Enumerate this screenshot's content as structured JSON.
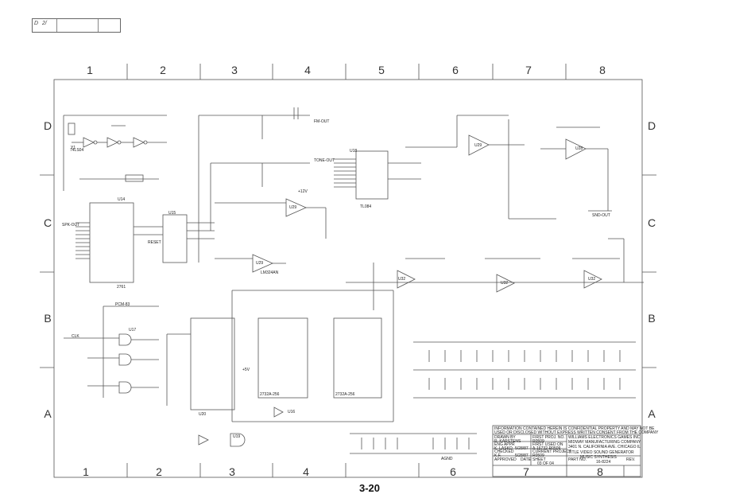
{
  "sheet": {
    "page_number": "3-20",
    "zones_horizontal": [
      "1",
      "2",
      "3",
      "4",
      "5",
      "6",
      "7",
      "8"
    ],
    "zones_vertical": [
      "D",
      "C",
      "B",
      "A"
    ],
    "corner_box": {
      "text1": "D",
      "text2": "2/"
    }
  },
  "components": {
    "u14": "U14",
    "u15": "U15",
    "u16": "U16",
    "u17": "U17",
    "u18": "U18",
    "u19": "U19",
    "u20": "U20",
    "u29": "U29",
    "u28": "U28",
    "u32": "U32",
    "y1": "Y1",
    "ic_2761": "2761",
    "ic_74ls04": "74LS04",
    "ic_lm324": "LM324AN",
    "ic_tl084": "TL084",
    "ic_2732": "2732A-256",
    "ic_pcm": "PCM-83"
  },
  "signals": {
    "spk_out": "SPK-OUT",
    "fm_out": "FM-OUT",
    "tone_out": "TONE-OUT",
    "snd_out": "SND-OUT",
    "reset": "RESET",
    "clock": "CLK",
    "agnd": "AGND",
    "vcc": "+5V",
    "v12": "+12V"
  },
  "title_block": {
    "notice_1": "INFORMATION CONTAINED HEREIN IS CONFIDENTIAL PROPERTY AND MAY NOT BE",
    "notice_2": "USED OR DISCLOSED WITHOUT EXPRESS WRITTEN CONSENT FROM THE COMPANY",
    "drawn_by_label": "DRAWN BY",
    "drawn_by": "R. KARSTENS",
    "first_proj_label": "FIRST PROJ. NO.",
    "first_proj": "R0509",
    "eng_appr_label": "ENG APPR",
    "eng_appr": "K. LASKO",
    "eng_date": "5/28/87",
    "first_used_label": "FIRST USED ON",
    "first_used": "A-16732-R0509",
    "checked_label": "CHECKED",
    "checked": "K.F.",
    "checked_date": "5/28/87",
    "current_proj_label": "CURRENT PROJECT",
    "current_proj": "R0509",
    "company_1": "WILLIAMS ELECTRONICS GAMES INC",
    "company_2": "MIDWAY MANUFACTURING COMPANY",
    "company_3": "3401 N. CALIFORNIA AVE. CHICAGO IL",
    "title_label": "TITLE",
    "title_1": "VIDEO SOUND GENERATOR",
    "title_2": "MUSIC SYNTHESIS",
    "approved_label": "APPROVED",
    "date_label": "DATE",
    "sheet_label": "SHEET",
    "sheet_of": "03 OF 04",
    "part_no_label": "PART NO.",
    "part_no": "16-8224",
    "rev_label": "REV."
  }
}
